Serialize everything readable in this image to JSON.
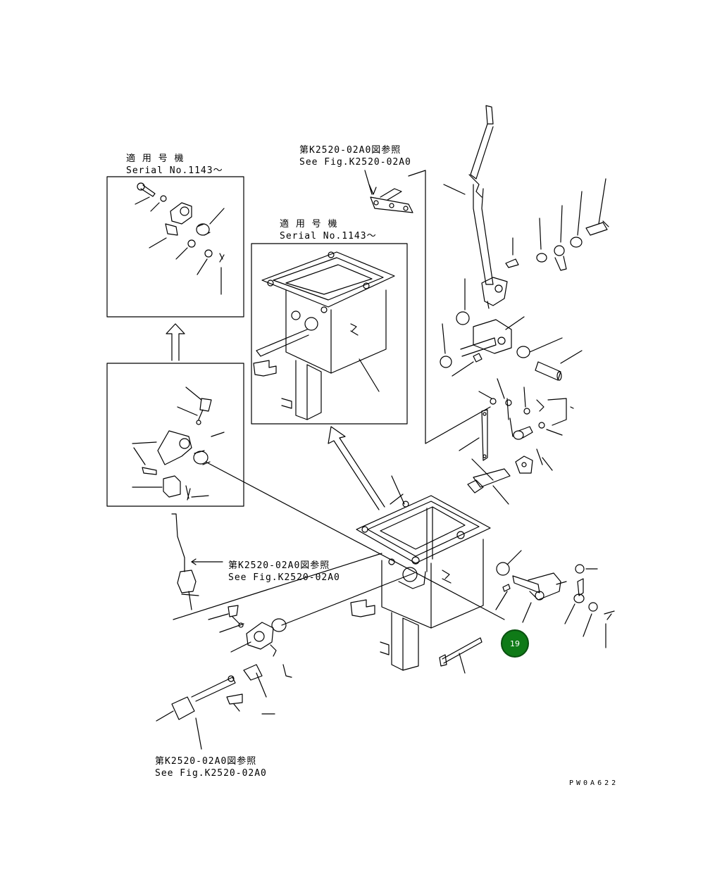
{
  "labels": {
    "inset_top_left_jp": "適 用 号 機",
    "inset_top_left_en": "Serial No.1143～",
    "inset_center_jp": "適 用 号 機",
    "inset_center_en": "Serial No.1143～",
    "ref_top_jp": "第K2520-02A0図参照",
    "ref_top_en": "See Fig.K2520-02A0",
    "ref_mid_jp": "第K2520-02A0図参照",
    "ref_mid_en": "See Fig.K2520-02A0",
    "ref_bottom_jp": "第K2520-02A0図参照",
    "ref_bottom_en": "See Fig.K2520-02A0"
  },
  "drawing_code": "PW0A622",
  "callout": {
    "number": "19",
    "color": "#0f7a17"
  }
}
